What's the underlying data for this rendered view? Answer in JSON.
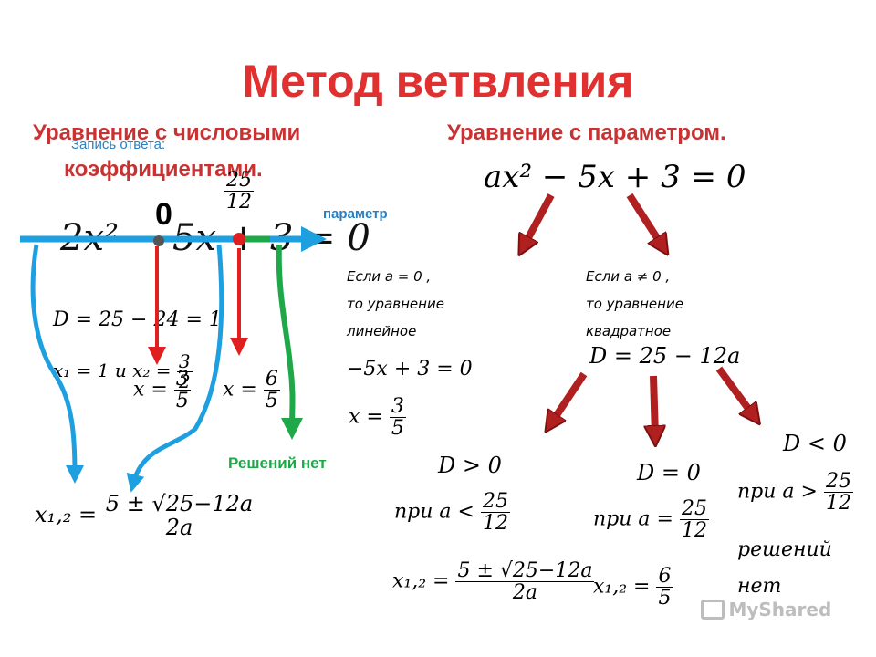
{
  "title": "Метод ветвления",
  "left": {
    "heading_line1": "Уравнение с числовыми",
    "heading_line2": "коэффициентами.",
    "answer_note": "Запись ответа:",
    "equation": "2x² − 5x + 3 = 0",
    "discriminant": "D = 25 − 24 = 1",
    "roots_prefix": "x₁ = 1  и  x₂ =",
    "roots_frac": {
      "num": "3",
      "den": "2"
    },
    "x_eq": "x =",
    "frac_a": {
      "num": "3",
      "den": "5"
    },
    "frac_b": {
      "num": "6",
      "den": "5"
    },
    "zero_label": "0",
    "top_frac": {
      "num": "25",
      "den": "12"
    },
    "parameter_label": "параметр",
    "no_solutions": "Решений нет",
    "general_formula_lhs": "x₁,₂ =",
    "general_formula_num": "5 ± √25−12a",
    "general_formula_den": "2a"
  },
  "right": {
    "heading": "Уравнение с параметром.",
    "equation": "ax² − 5x + 3 = 0",
    "case1": {
      "l1": "Если   a = 0 ,",
      "l2": "то   уравнение",
      "l3": "линейное"
    },
    "case2": {
      "l1": "Если   a ≠ 0 ,",
      "l2": "то   уравнение",
      "l3": "квадратное"
    },
    "linear_eq": "−5x + 3 = 0",
    "linear_x": "x =",
    "linear_frac": {
      "num": "3",
      "den": "5"
    },
    "discriminant": "D = 25 − 12a",
    "pos": {
      "cond": "D > 0",
      "when": "при   a <",
      "frac": {
        "num": "25",
        "den": "12"
      },
      "lhs": "x₁,₂ =",
      "num": "5 ± √25−12a",
      "den": "2a"
    },
    "zero": {
      "cond": "D = 0",
      "when": "при   a =",
      "frac": {
        "num": "25",
        "den": "12"
      },
      "lhs": "x₁,₂ =",
      "res": {
        "num": "6",
        "den": "5"
      }
    },
    "neg": {
      "cond": "D < 0",
      "when": "при   a >",
      "frac": {
        "num": "25",
        "den": "12"
      },
      "r1": "решений",
      "r2": "нет"
    }
  },
  "watermark": "MyShared",
  "colors": {
    "title": "#e03030",
    "heading": "#c83232",
    "blue": "#1ea0e0",
    "green": "#1fa84a",
    "red": "#e02020",
    "darkred": "#b02020"
  }
}
